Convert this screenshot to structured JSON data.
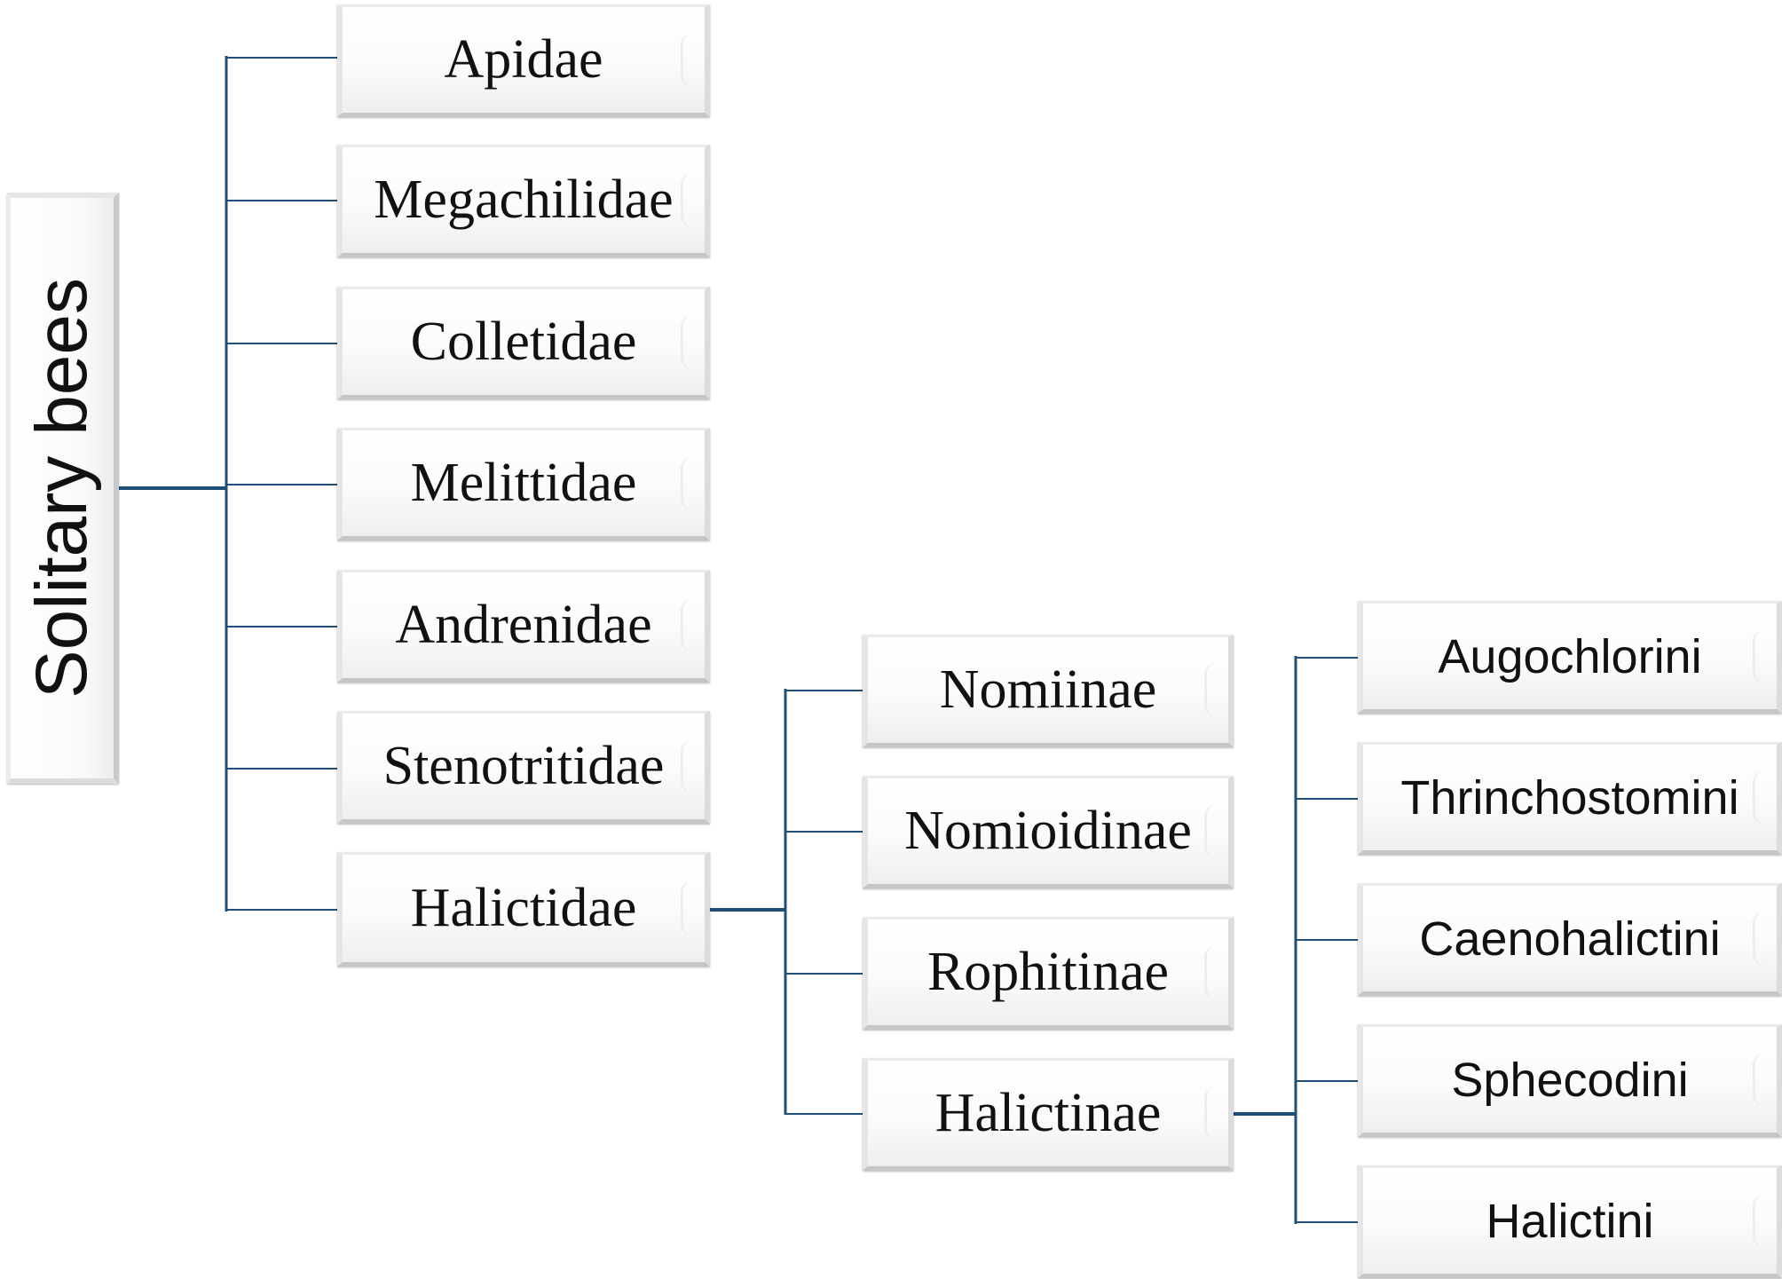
{
  "root": {
    "label": "Solitary bees"
  },
  "families": [
    "Apidae",
    "Megachilidae",
    "Colletidae",
    "Melittidae",
    "Andrenidae",
    "Stenotritidae",
    "Halictidae"
  ],
  "subfamilies": [
    "Nomiinae",
    "Nomioidinae",
    "Rophitinae",
    "Halictinae"
  ],
  "tribes": [
    "Augochlorini",
    "Thrinchostomini",
    "Caenohalictini",
    "Sphecodini",
    "Halictini"
  ],
  "colors": {
    "connector": "#1f4e79",
    "box_fill": "#ffffff",
    "box_border": "#d0d0d0",
    "text": "#111111"
  }
}
